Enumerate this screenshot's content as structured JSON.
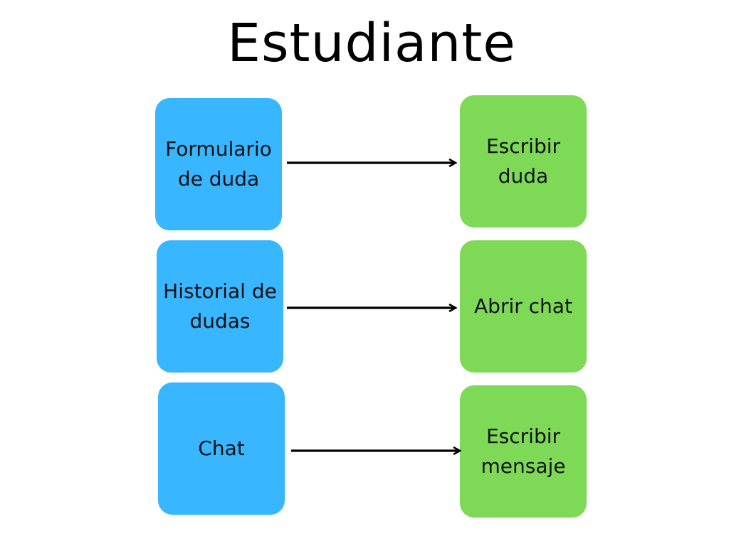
{
  "title": "Estudiante",
  "colors": {
    "left_box": "#38b6ff",
    "right_box": "#7ed957",
    "arrow": "#000000"
  },
  "rows": [
    {
      "left": "Formulario de duda",
      "right": "Escribir duda"
    },
    {
      "left": "Historial de dudas",
      "right": "Abrir chat"
    },
    {
      "left": "Chat",
      "right": "Escribir mensaje"
    }
  ]
}
